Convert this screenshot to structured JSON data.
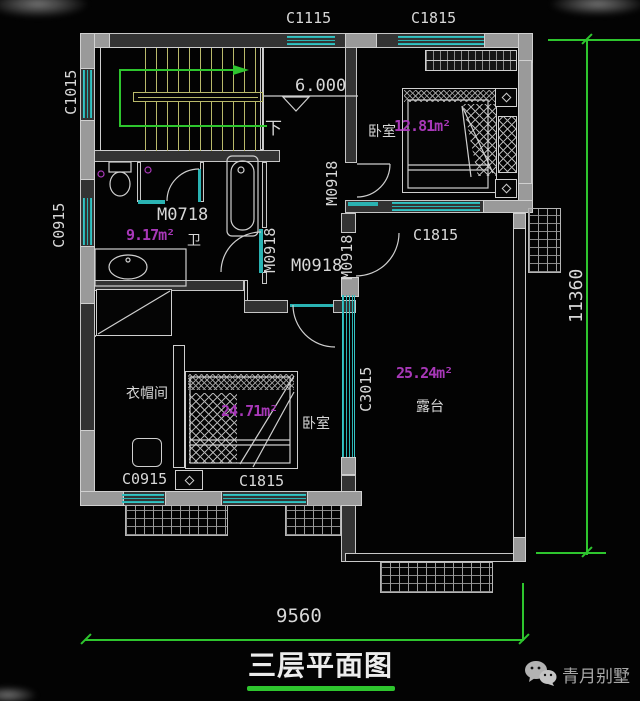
{
  "title": "三层平面图",
  "watermark": "青月别墅",
  "dims": {
    "bottom_width": "9560",
    "right_height": "11360"
  },
  "annotations": {
    "elevation": "6.000",
    "stair_down": "下"
  },
  "rooms": {
    "bedroom_top": {
      "name": "卧室",
      "area": "12.81m²"
    },
    "bathroom": {
      "name": "卫",
      "area": "9.17m²"
    },
    "bedroom_main": {
      "name": "卧室",
      "area": "24.71m²"
    },
    "cloakroom": {
      "name": "衣帽间"
    },
    "terrace": {
      "name": "露台",
      "area": "25.24m²"
    }
  },
  "windows": {
    "c1115": "C1115",
    "c1815_top": "C1815",
    "c1015": "C1015",
    "c0915_left": "C0915",
    "c1815_mid": "C1815",
    "c3015": "C3015",
    "c0915_bottom": "C0915",
    "c1815_bottom": "C1815"
  },
  "doors": {
    "m0718": "M0718",
    "m0918_bedroom": "M0918",
    "m0918_bath": "M0918",
    "m0918_hall": "M0918",
    "m0918_terrace": "M0918"
  },
  "colors": {
    "background": "#000000",
    "line": "#d0d0d0",
    "window_cyan": "#2ab3b3",
    "dimension_green": "#2ec52e",
    "area_magenta": "#a838b8",
    "stair_yellow": "#b9b96a",
    "wall_fill": "#333333",
    "column_gray": "#9a9a9a"
  }
}
